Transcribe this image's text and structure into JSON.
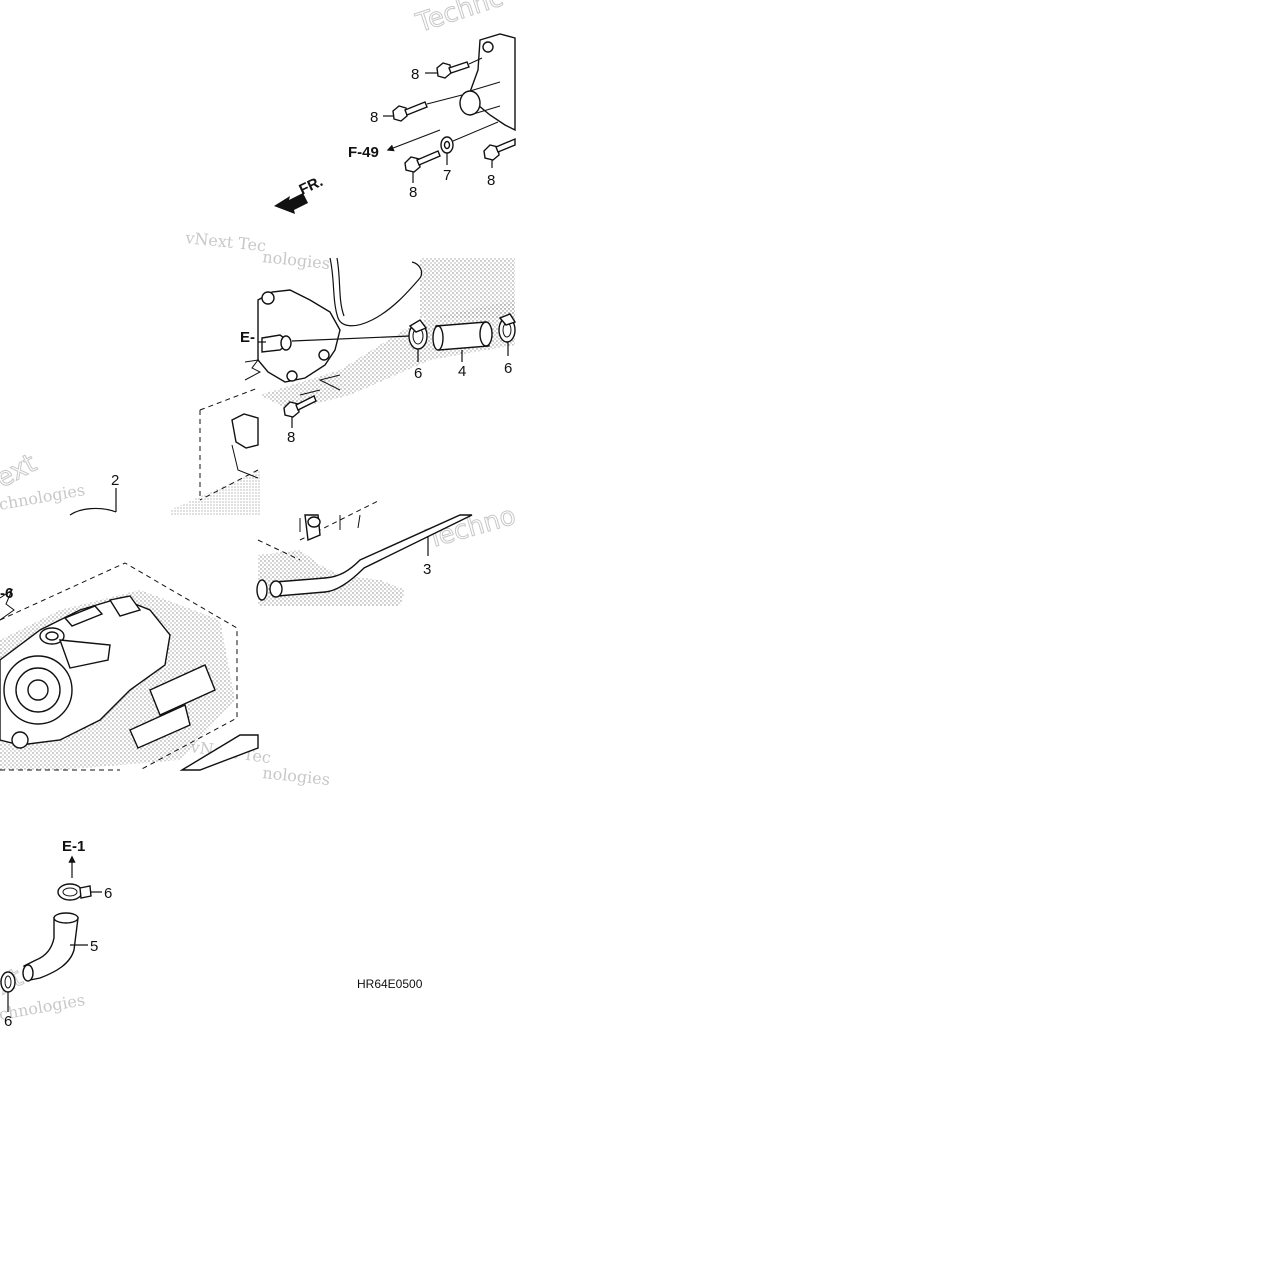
{
  "diagram_code": "HR64E0500",
  "direction_label": "FR.",
  "references": {
    "f49": "F-49",
    "e1": "E-1",
    "e_partial": "E-",
    "e6_partial": "-6"
  },
  "callouts": {
    "bolt_a": "8",
    "bolt_b": "8",
    "bolt_c": "8",
    "washer": "7",
    "bolt_d": "8",
    "clamp_a": "6",
    "hose_short": "4",
    "clamp_b": "6",
    "bolt_e": "8",
    "gasket": "2",
    "pipe": "3",
    "clamp_c": "6",
    "hose_bent": "5",
    "clamp_d": "6"
  },
  "watermarks": {
    "w1": "Technc",
    "w2": "vNext Tec",
    "w3": "nologies",
    "w4": "ext",
    "w5": "chnologies",
    "w6": "Techno",
    "w7": "vNext Tec",
    "w8": "nologies",
    "w9": "xt",
    "w10": "chnologies"
  }
}
